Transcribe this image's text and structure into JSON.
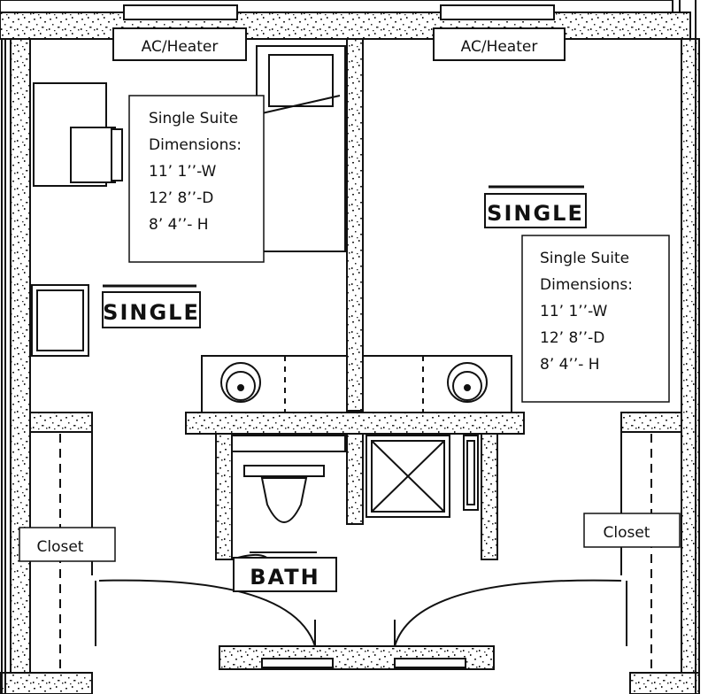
{
  "colors": {
    "ink": "#111111",
    "wall_fill": "#ffffff",
    "speckle": "#222222",
    "paper": "#ffffff"
  },
  "plan": {
    "left_room": {
      "heater_label": "AC/Heater",
      "room_label": "SINGLE",
      "suite_info": [
        "Single Suite",
        "Dimensions:",
        "11’ 1’’-W",
        "12’ 8’’-D",
        "8’ 4’’- H"
      ],
      "closet_label": "Closet"
    },
    "right_room": {
      "heater_label": "AC/Heater",
      "room_label": "SINGLE",
      "suite_info": [
        "Single Suite",
        "Dimensions:",
        "11’ 1’’-W",
        "12’ 8’’-D",
        "8’ 4’’- H"
      ],
      "closet_label": "Closet"
    },
    "bath_label": "BATH"
  }
}
